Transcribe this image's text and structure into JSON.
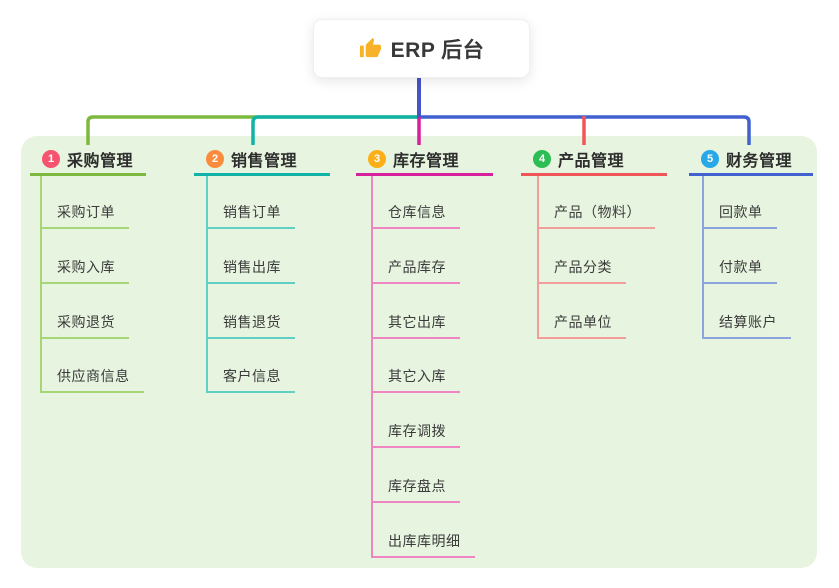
{
  "root": {
    "title": "ERP 后台",
    "icon": "thumbs-up",
    "icon_color": "#f7b229",
    "drop_color": "#4355c8"
  },
  "panel_color": "#e7f4df",
  "branches": [
    {
      "number": "1",
      "label": "采购管理",
      "badge_color": "#f5536e",
      "color": "#7cb93e",
      "child_color": "#a6d678",
      "children": [
        "采购订单",
        "采购入库",
        "采购退货",
        "供应商信息"
      ]
    },
    {
      "number": "2",
      "label": "销售管理",
      "badge_color": "#fb8c3e",
      "color": "#10b3a6",
      "child_color": "#62cfc4",
      "children": [
        "销售订单",
        "销售出库",
        "销售退货",
        "客户信息"
      ]
    },
    {
      "number": "3",
      "label": "库存管理",
      "badge_color": "#fbaf18",
      "color": "#d6219c",
      "child_color": "#ef86c3",
      "children": [
        "仓库信息",
        "产品库存",
        "其它出库",
        "其它入库",
        "库存调拨",
        "库存盘点",
        "出库库明细"
      ]
    },
    {
      "number": "4",
      "label": "产品管理",
      "badge_color": "#2cbd55",
      "color": "#f05558",
      "child_color": "#f39d9b",
      "children": [
        "产品（物料）",
        "产品分类",
        "产品单位"
      ]
    },
    {
      "number": "5",
      "label": "财务管理",
      "badge_color": "#29a8e8",
      "color": "#4161d0",
      "child_color": "#8ba4de",
      "children": [
        "回款单",
        "付款单",
        "结算账户"
      ]
    }
  ]
}
